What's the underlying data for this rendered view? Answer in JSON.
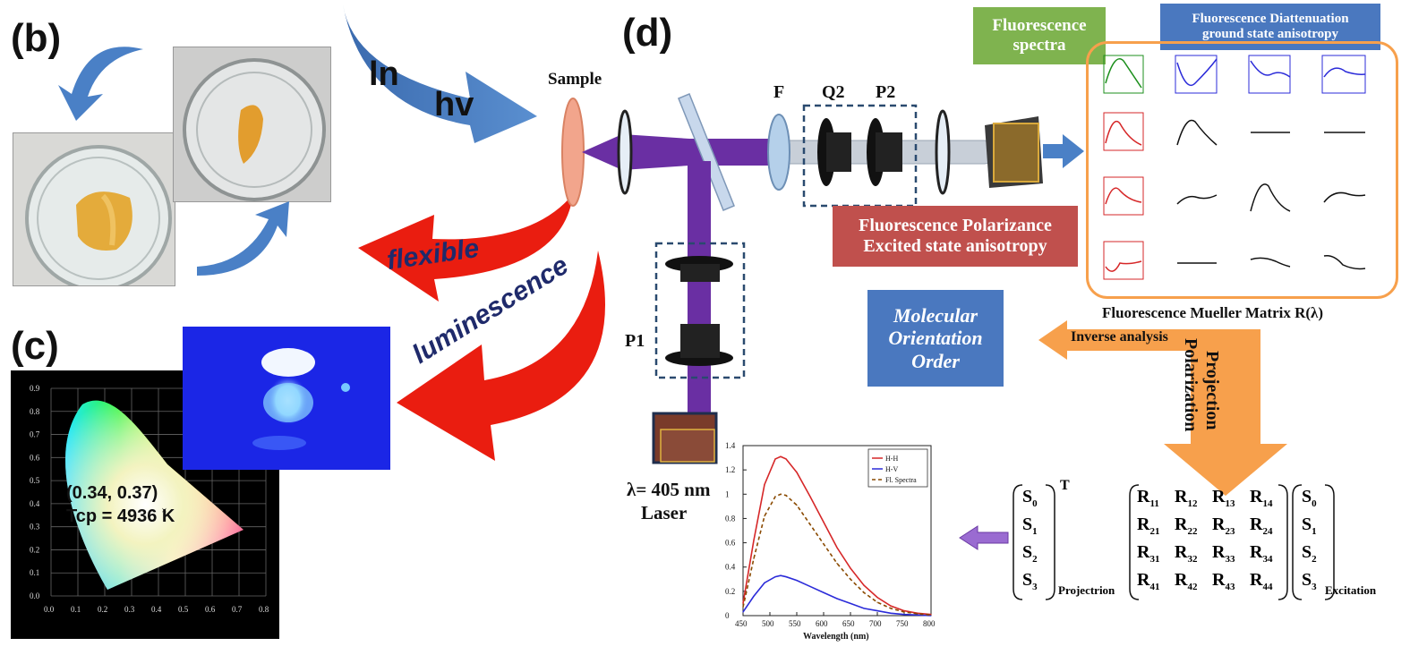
{
  "panels": {
    "b": "(b)",
    "c": "(c)",
    "d": "(d)"
  },
  "arrow_texts": {
    "ln": "ln",
    "hv": "hv",
    "flexible": "flexible",
    "luminescence": "luminescence"
  },
  "cie": {
    "coord_text": "(0.34, 0.37)",
    "tcp_text": "Tcp = 4936 K",
    "x_ticks": [
      "0.0",
      "0.1",
      "0.2",
      "0.3",
      "0.4",
      "0.5",
      "0.6",
      "0.7",
      "0.8"
    ],
    "y_ticks": [
      "0.9",
      "0.8",
      "0.7",
      "0.6",
      "0.5",
      "0.4",
      "0.3",
      "0.2",
      "0.1",
      "0.0"
    ]
  },
  "setup": {
    "sample": "Sample",
    "F": "F",
    "Q2": "Q2",
    "P2": "P2",
    "P1": "P1",
    "laser_line1": "λ= 405 nm",
    "laser_line2": "Laser"
  },
  "boxes": {
    "fluor_spectra": "Fluorescence spectra",
    "diattenuation_line1": "Fluorescence Diattenuation",
    "diattenuation_line2": "ground state anisotropy",
    "polarizance_line1": "Fluorescence Polarizance",
    "polarizance_line2": "Excited state anisotropy",
    "molecular_line1": "Molecular",
    "molecular_line2": "Orientation",
    "molecular_line3": "Order",
    "inverse": "Inverse analysis",
    "projection_line1": "Polarization",
    "projection_line2": "Projection"
  },
  "matrix_title": "Fluorescence  Mueller  Matrix  R(λ)",
  "equation": {
    "T": "T",
    "projection_label": "Projectrion",
    "excitation_label": "Excitation",
    "S": [
      "S",
      "S",
      "S",
      "S"
    ],
    "S_sub": [
      "0",
      "1",
      "2",
      "3"
    ],
    "R": "R",
    "R_sub": [
      "11",
      "12",
      "13",
      "14",
      "21",
      "22",
      "23",
      "24",
      "31",
      "32",
      "33",
      "34",
      "41",
      "42",
      "43",
      "44"
    ]
  },
  "chart_data": {
    "type": "line",
    "xlabel": "Wavelength (nm)",
    "ylabel": "",
    "xlim": [
      450,
      800
    ],
    "ylim": [
      0,
      1.4
    ],
    "x_ticks": [
      450,
      500,
      550,
      600,
      650,
      700,
      750,
      800
    ],
    "y_ticks": [
      0,
      0.2,
      0.4,
      0.6,
      0.8,
      1,
      1.2,
      1.4
    ],
    "y_tick_labels": [
      "0",
      "0.2",
      "0.4",
      "0.6",
      "0.8",
      "1",
      "1.2",
      "1.4"
    ],
    "x": [
      450,
      470,
      490,
      510,
      520,
      530,
      550,
      575,
      600,
      625,
      650,
      675,
      700,
      725,
      750,
      775,
      800
    ],
    "series": [
      {
        "name": "H-H",
        "color": "#d62728",
        "dash": "",
        "values": [
          0.1,
          0.62,
          1.08,
          1.29,
          1.31,
          1.29,
          1.18,
          0.98,
          0.77,
          0.56,
          0.39,
          0.25,
          0.15,
          0.08,
          0.04,
          0.02,
          0.01
        ]
      },
      {
        "name": "H-V",
        "color": "#2b2bd9",
        "dash": "",
        "values": [
          0.03,
          0.16,
          0.27,
          0.32,
          0.33,
          0.32,
          0.29,
          0.24,
          0.19,
          0.14,
          0.1,
          0.06,
          0.04,
          0.02,
          0.01,
          0.005,
          0.0
        ]
      },
      {
        "name": "Fl. Spectra",
        "color": "#8a4a00",
        "dash": "4,3",
        "values": [
          0.07,
          0.47,
          0.82,
          0.98,
          1.0,
          0.99,
          0.91,
          0.75,
          0.59,
          0.43,
          0.3,
          0.19,
          0.11,
          0.06,
          0.03,
          0.015,
          0.005
        ]
      }
    ]
  },
  "colors": {
    "green_box": "#7fb34f",
    "blue_box": "#4a78bf",
    "red_box": "#c0504d",
    "orange": "#f7a04c",
    "beam": "#6a2fa3",
    "arrow_blue": "#4a80c6",
    "arrow_red": "#ea1d10"
  }
}
